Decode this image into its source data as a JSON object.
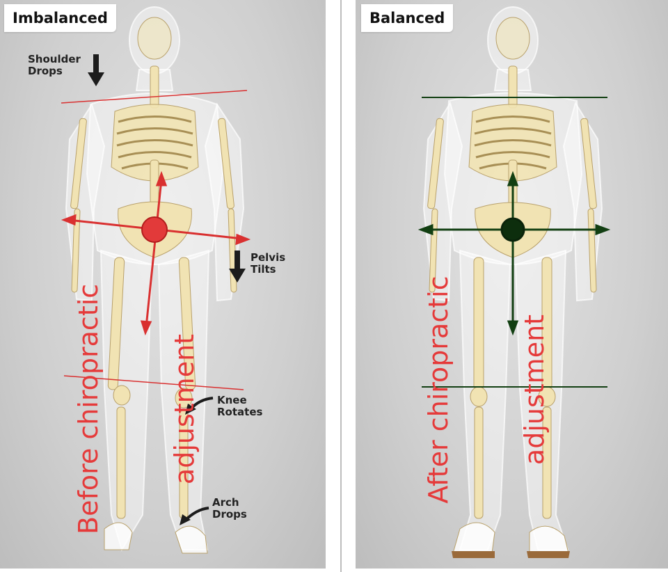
{
  "panels": {
    "left": {
      "tag": "Imbalanced",
      "side_caption_line1": "Before chiropractic",
      "side_caption_line2": "adjustment"
    },
    "right": {
      "tag": "Balanced",
      "side_caption_line1": "After chiropractic",
      "side_caption_line2": "adjustment"
    }
  },
  "annotations": {
    "shoulder": "Shoulder\nDrops",
    "pelvis": "Pelvis\nTilts",
    "knee": "Knee\nRotates",
    "arch": "Arch\nDrops"
  },
  "colors": {
    "imbalanced": "#d93030",
    "balanced": "#123f12",
    "caption": "#e53a3a",
    "bone": "#f1e3b3"
  },
  "icons": [
    "down-arrow-icon",
    "curved-arrow-icon",
    "crosshair-icon"
  ]
}
